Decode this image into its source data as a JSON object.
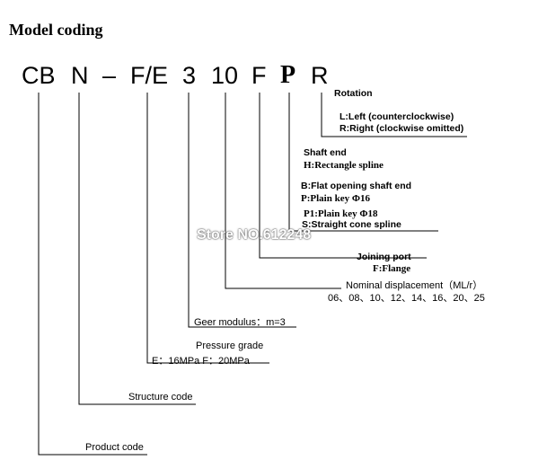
{
  "title": "Model coding",
  "code": {
    "cb": "CB",
    "n": "N",
    "dash": "–",
    "fe": "F/E",
    "three": "3",
    "ten": "10",
    "f": "F",
    "p": "P",
    "r": "R"
  },
  "labels": {
    "rotation": "Rotation",
    "rotation_left": "L:Left (counterclockwise)",
    "rotation_right": "R:Right (clockwise omitted)",
    "shaft_end": "Shaft end",
    "shaft_h": "H:Rectangle spline",
    "shaft_b": "B:Flat opening shaft end",
    "shaft_p": "P:Plain key Φ16",
    "shaft_p1": "P1:Plain key Φ18",
    "shaft_s": "S:Straight cone spline",
    "joining_port": "Joining port",
    "joining_f": "F:Flange",
    "nominal_disp": "Nominal displacement（ML/r）",
    "nominal_values": "06、08、10、12、14、16、20、25",
    "geer_modulus": "Geer modulus：m=3",
    "pressure_grade": "Pressure grade",
    "pressure_values": "E：16MPa   F：20MPa",
    "structure_code": "Structure code",
    "product_code": "Product code"
  },
  "watermark": "Store NO.612248"
}
